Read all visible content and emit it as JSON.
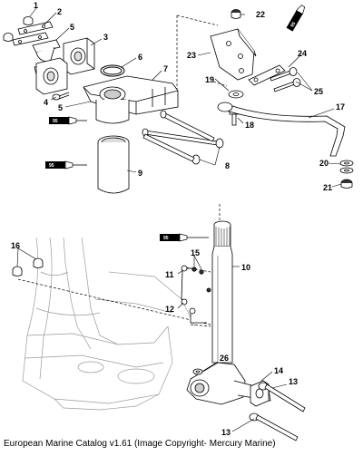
{
  "diagram": {
    "callouts": [
      "1",
      "2",
      "3",
      "4",
      "5",
      "5",
      "6",
      "7",
      "8",
      "9",
      "10",
      "11",
      "12",
      "13",
      "13",
      "14",
      "15",
      "16",
      "17",
      "18",
      "19",
      "20",
      "21",
      "22",
      "23",
      "24",
      "25",
      "26"
    ],
    "sealant_label": "95"
  },
  "caption": "European Marine Catalog v1.61 (Image Copyright- Mercury Marine)"
}
